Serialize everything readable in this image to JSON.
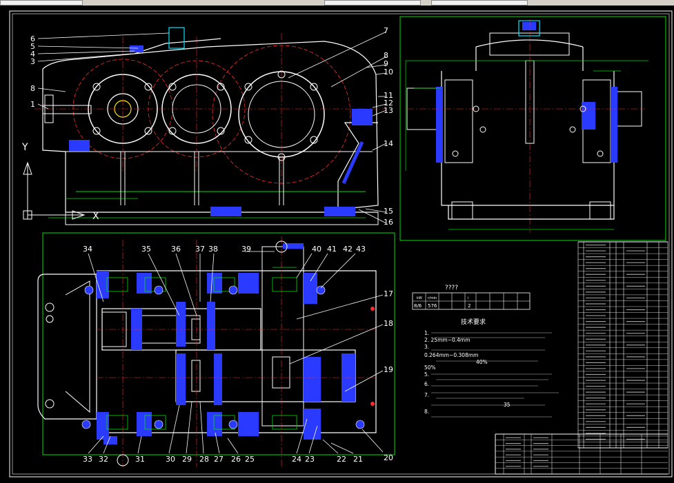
{
  "window": {
    "title": ""
  },
  "axis_labels": {
    "y": "Y",
    "x": "X"
  },
  "top_callouts_left": [
    "6",
    "5",
    "4",
    "3",
    "8",
    "1"
  ],
  "top_callouts_right": [
    "7",
    "8",
    "9",
    "10",
    "11",
    "12",
    "13",
    "14",
    "15",
    "16"
  ],
  "bottom_callouts_top": [
    "34",
    "35",
    "36",
    "37",
    "38",
    "39",
    "40",
    "41",
    "42",
    "43"
  ],
  "bottom_callouts_right": [
    "17",
    "18",
    "19",
    "20"
  ],
  "bottom_callouts_bottom": [
    "33",
    "32",
    "31",
    "30",
    "29",
    "28",
    "27",
    "26",
    "25",
    "24",
    "23",
    "22",
    "21"
  ],
  "spec_table": {
    "title": "????",
    "headers": [
      "kW",
      "r/min",
      "",
      "",
      "i"
    ],
    "values": [
      "8/6",
      "576",
      "",
      "",
      "2"
    ]
  },
  "tech_notes": {
    "title": "技术要求",
    "lines": [
      "1. ",
      "2. 25mm~0.4mm",
      "3. ",
      "0.264mm~0.308mm",
      "40%",
      "50%",
      "5. ",
      "6. ",
      "7. ",
      "35",
      "8. "
    ]
  },
  "colors": {
    "frame": "#ffffff",
    "red": "#ff2a2a",
    "green": "#00e000",
    "blue": "#2a3aff",
    "cyan": "#00e5ff",
    "yellow": "#ffe600",
    "magenta": "#ff40ff"
  }
}
